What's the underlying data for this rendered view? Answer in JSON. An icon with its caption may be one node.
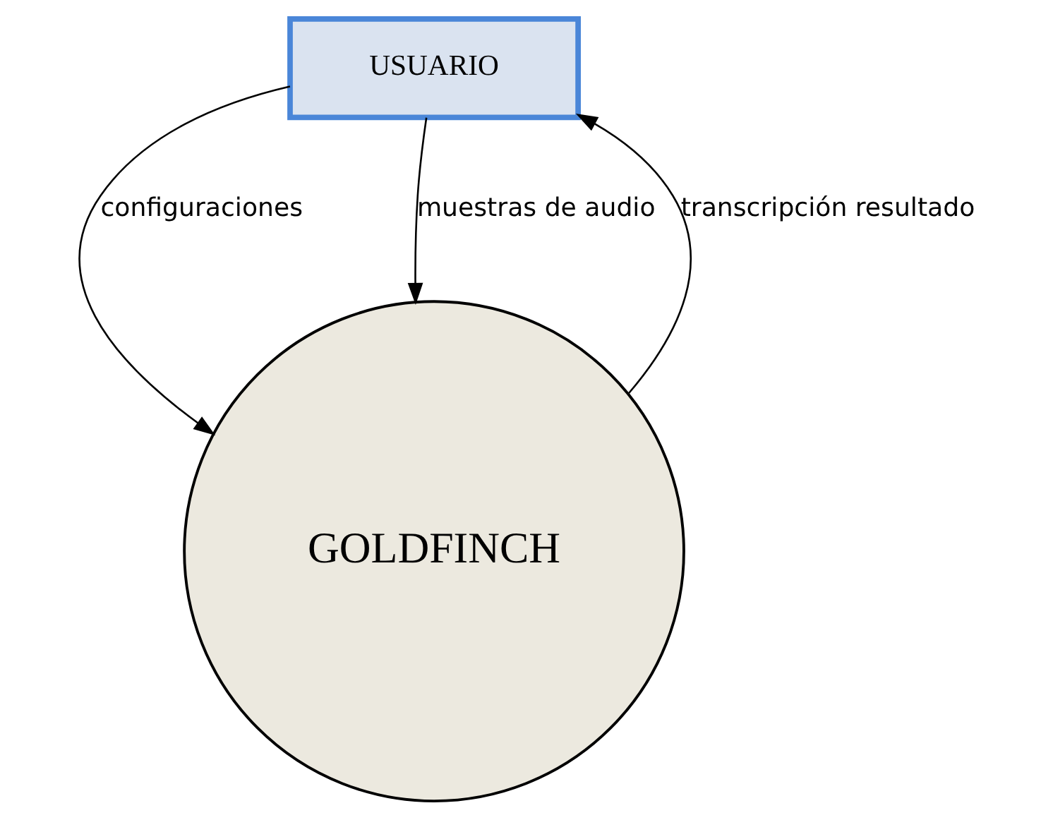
{
  "diagram": {
    "nodes": [
      {
        "text": [
          "USUARIO"
        ]
      },
      {
        "text": [
          "GOLDFINCH"
        ]
      }
    ],
    "edges": [
      {
        "from": 0,
        "to": 1,
        "arrow": "to",
        "label": "configuraciones"
      },
      {
        "from": 0,
        "to": 1,
        "arrow": "to",
        "label": "muestras de audio"
      },
      {
        "from": 1,
        "to": 0,
        "arrow": "to",
        "label": "transcripción resultado"
      }
    ]
  }
}
